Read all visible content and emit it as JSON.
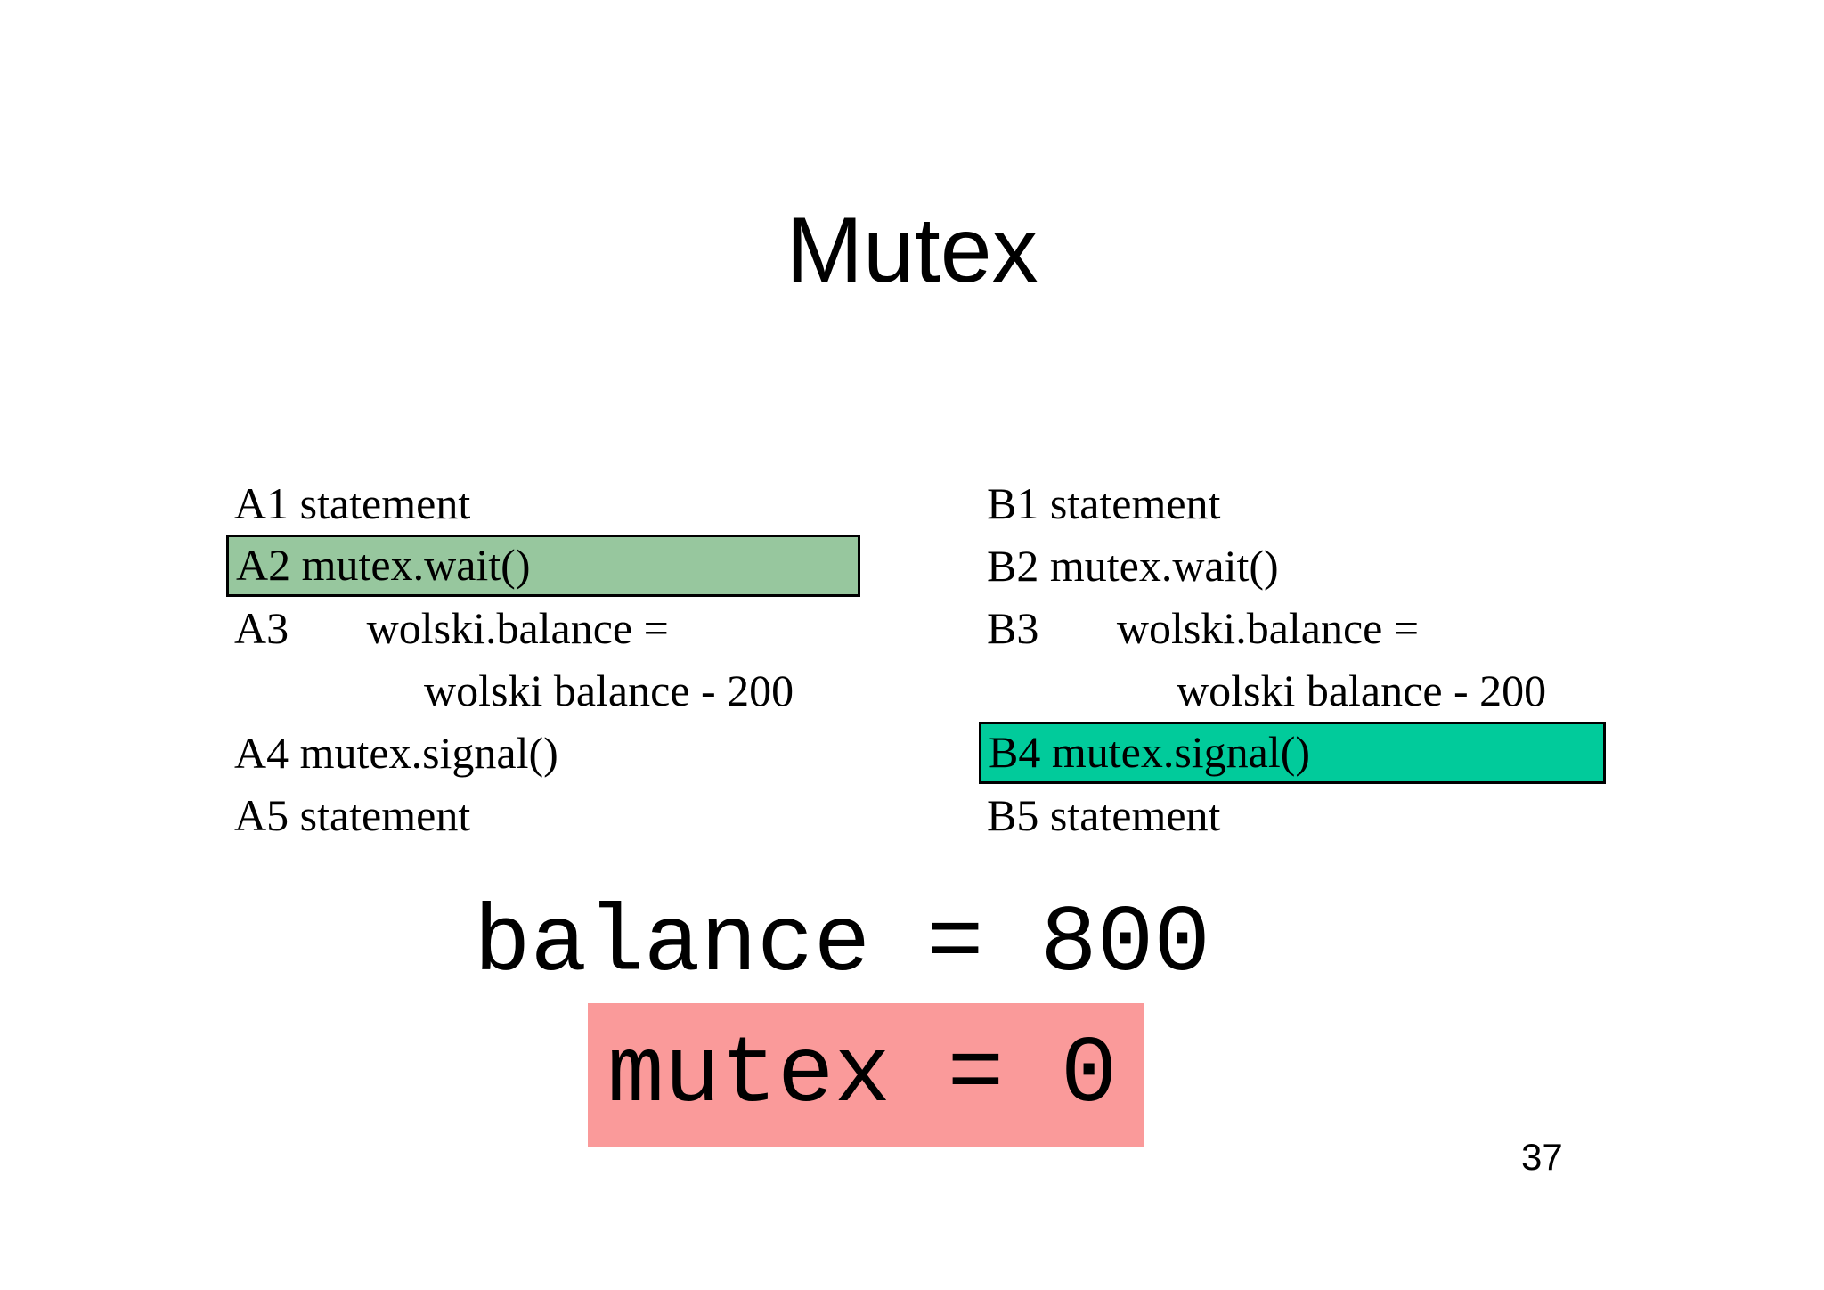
{
  "slide": {
    "title": "Mutex",
    "page_number": "37",
    "program_a": {
      "lines": [
        {
          "text": "A1 statement"
        },
        {
          "text": "A2 mutex.wait()",
          "highlight": true
        },
        {
          "text": "A3       wolski.balance ="
        },
        {
          "text": "wolski balance - 200",
          "indent": true
        },
        {
          "text": "A4 mutex.signal()"
        },
        {
          "text": "A5 statement"
        }
      ]
    },
    "program_b": {
      "lines": [
        {
          "text": "B1 statement"
        },
        {
          "text": "B2 mutex.wait()"
        },
        {
          "text": "B3       wolski.balance ="
        },
        {
          "text": "wolski balance - 200",
          "indent": true
        },
        {
          "text": "B4 mutex.signal()",
          "highlight": true
        },
        {
          "text": "B5 statement"
        }
      ]
    },
    "state": {
      "balance": "balance = 800",
      "mutex": "mutex = 0"
    },
    "colors": {
      "highlight_a": "#97C79E",
      "highlight_b": "#01CB9B",
      "highlight_mutex": "#FA9A9A",
      "box_border": "#000000",
      "text": "#000000",
      "background": "#FFFFFF"
    }
  }
}
